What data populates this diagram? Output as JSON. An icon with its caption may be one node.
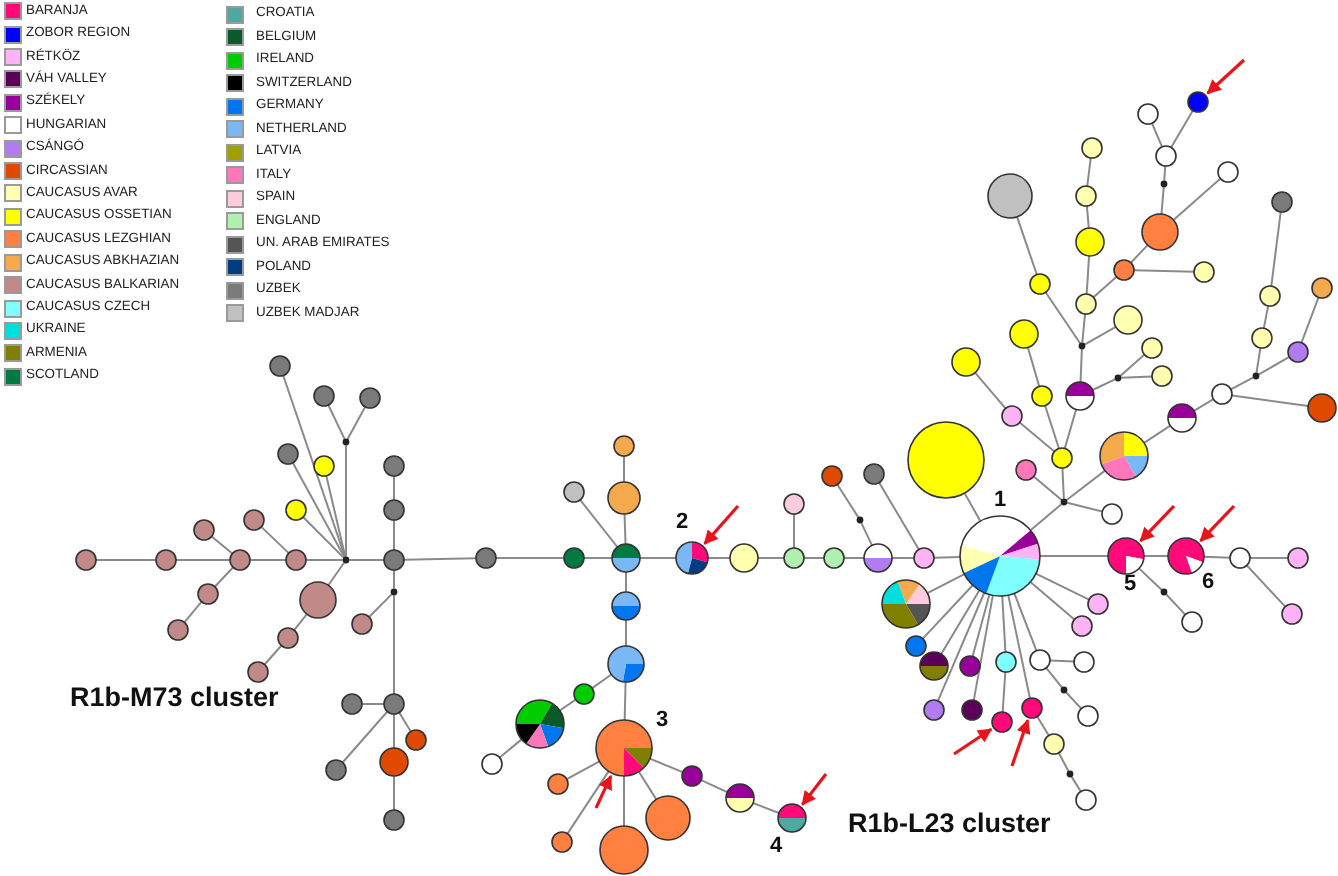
{
  "diagram": {
    "nodes": [
      {
        "text": [],
        "shape": "point"
      },
      {
        "text": [],
        "shape": "circle"
      },
      {
        "text": [],
        "shape": "circle"
      },
      {
        "text": [],
        "shape": "circle"
      },
      {
        "text": [],
        "shape": "circle"
      },
      {
        "text": [],
        "shape": "circle"
      },
      {
        "text": [],
        "shape": "circle"
      },
      {
        "text": [],
        "shape": "circle"
      },
      {
        "text": [],
        "shape": "circle"
      },
      {
        "text": [],
        "shape": "circle"
      },
      {
        "text": [],
        "shape": "circle"
      },
      {
        "text": [],
        "shape": "circle"
      },
      {
        "text": [],
        "shape": "circle"
      },
      {
        "text": [],
        "shape": "circle"
      },
      {
        "text": [],
        "shape": "circle"
      },
      {
        "text": [],
        "shape": "circle"
      },
      {
        "text": [],
        "shape": "circle"
      },
      {
        "text": [],
        "shape": "point"
      },
      {
        "text": [],
        "shape": "circle"
      },
      {
        "text": [],
        "shape": "circle"
      },
      {
        "text": [],
        "shape": "circle"
      },
      {
        "text": [],
        "shape": "circle"
      },
      {
        "text": [],
        "shape": "point"
      },
      {
        "text": [],
        "shape": "circle"
      },
      {
        "text": [],
        "shape": "circle"
      },
      {
        "text": [],
        "shape": "circle"
      },
      {
        "text": [],
        "shape": "circle"
      },
      {
        "text": [],
        "shape": "circle"
      },
      {
        "text": [],
        "shape": "circle"
      },
      {
        "text": [],
        "shape": "circle"
      },
      {
        "text": [],
        "shape": "circle"
      },
      {
        "text": [],
        "shape": "circle"
      },
      {
        "text": [],
        "shape": "circle"
      },
      {
        "text": [],
        "shape": "circle"
      },
      {
        "text": [],
        "shape": "circle"
      },
      {
        "text": [],
        "shape": "circle"
      },
      {
        "text": [],
        "shape": "circle",
        "beside": [
          "2"
        ]
      },
      {
        "text": [],
        "shape": "circle"
      },
      {
        "text": [],
        "shape": "circle"
      },
      {
        "text": [],
        "shape": "circle"
      },
      {
        "text": [],
        "shape": "circle"
      },
      {
        "text": [],
        "shape": "circle"
      },
      {
        "text": [],
        "shape": "circle"
      },
      {
        "text": [],
        "shape": "circle"
      },
      {
        "text": [],
        "shape": "point"
      },
      {
        "text": [],
        "shape": "circle"
      },
      {
        "text": [],
        "shape": "circle"
      },
      {
        "text": [],
        "shape": "circle"
      },
      {
        "text": [],
        "shape": "circle"
      },
      {
        "text": [],
        "shape": "circle"
      },
      {
        "text": [],
        "shape": "circle"
      },
      {
        "text": [],
        "shape": "circle",
        "beside": [
          "3"
        ]
      },
      {
        "text": [],
        "shape": "circle"
      },
      {
        "text": [],
        "shape": "circle"
      },
      {
        "text": [],
        "shape": "circle"
      },
      {
        "text": [],
        "shape": "circle"
      },
      {
        "text": [],
        "shape": "circle"
      },
      {
        "text": [],
        "shape": "circle"
      },
      {
        "text": [],
        "shape": "circle",
        "beside": [
          "4"
        ]
      },
      {
        "text": [],
        "shape": "circle",
        "beside": [
          "1"
        ]
      },
      {
        "text": [],
        "shape": "circle"
      },
      {
        "text": [],
        "shape": "circle",
        "beside": [
          "5"
        ]
      },
      {
        "text": [],
        "shape": "circle",
        "beside": [
          "6"
        ]
      },
      {
        "text": [],
        "shape": "circle"
      },
      {
        "text": [],
        "shape": "circle"
      },
      {
        "text": [],
        "shape": "circle"
      },
      {
        "text": [],
        "shape": "point"
      },
      {
        "text": [],
        "shape": "circle"
      },
      {
        "text": [],
        "shape": "circle"
      },
      {
        "text": [],
        "shape": "circle"
      },
      {
        "text": [],
        "shape": "circle"
      },
      {
        "text": [],
        "shape": "circle"
      },
      {
        "text": [],
        "shape": "circle"
      },
      {
        "text": [],
        "shape": "circle"
      },
      {
        "text": [],
        "shape": "circle"
      },
      {
        "text": [],
        "shape": "circle"
      },
      {
        "text": [],
        "shape": "circle"
      },
      {
        "text": [],
        "shape": "circle"
      },
      {
        "text": [],
        "shape": "point"
      },
      {
        "text": [],
        "shape": "circle"
      },
      {
        "text": [],
        "shape": "circle"
      },
      {
        "text": [],
        "shape": "circle"
      },
      {
        "text": [],
        "shape": "point"
      },
      {
        "text": [],
        "shape": "circle"
      },
      {
        "text": [],
        "shape": "circle"
      },
      {
        "text": [],
        "shape": "circle"
      },
      {
        "text": [],
        "shape": "point"
      },
      {
        "text": [],
        "shape": "circle"
      },
      {
        "text": [],
        "shape": "circle"
      },
      {
        "text": [],
        "shape": "circle"
      },
      {
        "text": [],
        "shape": "circle"
      },
      {
        "text": [],
        "shape": "circle"
      },
      {
        "text": [],
        "shape": "point"
      },
      {
        "text": [],
        "shape": "circle"
      },
      {
        "text": [],
        "shape": "circle"
      },
      {
        "text": [],
        "shape": "circle"
      },
      {
        "text": [],
        "shape": "circle"
      },
      {
        "text": [],
        "shape": "circle"
      },
      {
        "text": [],
        "shape": "circle"
      },
      {
        "text": [],
        "shape": "circle"
      },
      {
        "text": [],
        "shape": "circle"
      },
      {
        "text": [],
        "shape": "circle"
      },
      {
        "text": [],
        "shape": "circle"
      },
      {
        "text": [],
        "shape": "circle"
      },
      {
        "text": [],
        "shape": "point"
      },
      {
        "text": [],
        "shape": "circle"
      },
      {
        "text": [],
        "shape": "point"
      },
      {
        "text": [],
        "shape": "circle"
      },
      {
        "text": [],
        "shape": "circle"
      },
      {
        "text": [],
        "shape": "circle"
      },
      {
        "text": [],
        "shape": "circle"
      },
      {
        "text": [],
        "shape": "circle"
      },
      {
        "text": [],
        "shape": "circle"
      },
      {
        "text": [],
        "shape": "circle"
      },
      {
        "text": [],
        "shape": "circle"
      },
      {
        "text": [],
        "shape": "circle"
      },
      {
        "text": [],
        "shape": "circle"
      },
      {
        "text": [],
        "shape": "circle"
      },
      {
        "text": [],
        "shape": "circle"
      },
      {
        "text": [],
        "shape": "point"
      },
      {
        "text": [],
        "shape": "circle"
      },
      {
        "text": [],
        "shape": "circle"
      },
      {
        "text": [],
        "shape": "circle"
      },
      {
        "text": [],
        "shape": "circle"
      }
    ],
    "edges": [
      {
        "from": 0,
        "to": 1,
        "arrow": "none"
      },
      {
        "from": 1,
        "to": 2,
        "arrow": "none"
      },
      {
        "from": 2,
        "to": 3,
        "arrow": "none"
      },
      {
        "from": 3,
        "to": 4,
        "arrow": "none"
      },
      {
        "from": 0,
        "to": 5,
        "arrow": "none"
      },
      {
        "from": 5,
        "to": 6,
        "arrow": "none"
      },
      {
        "from": 6,
        "to": 7,
        "arrow": "none"
      },
      {
        "from": 7,
        "to": 8,
        "arrow": "none"
      },
      {
        "from": 6,
        "to": 9,
        "arrow": "none"
      },
      {
        "from": 5,
        "to": 10,
        "arrow": "none"
      },
      {
        "from": 6,
        "to": 11,
        "arrow": "none"
      },
      {
        "from": 11,
        "to": 12,
        "arrow": "none"
      },
      {
        "from": 0,
        "to": 13,
        "arrow": "none"
      },
      {
        "from": 13,
        "to": 14,
        "arrow": "none"
      },
      {
        "from": 14,
        "to": 15,
        "arrow": "none"
      },
      {
        "from": 16,
        "to": 17,
        "arrow": "none"
      },
      {
        "from": 1,
        "to": 17,
        "arrow": "none"
      },
      {
        "from": 17,
        "to": 27,
        "arrow": "none"
      },
      {
        "from": 0,
        "to": 18,
        "arrow": "none"
      },
      {
        "from": 0,
        "to": 19,
        "arrow": "none"
      },
      {
        "from": 0,
        "to": 20,
        "arrow": "none"
      },
      {
        "from": 0,
        "to": 21,
        "arrow": "none"
      },
      {
        "from": 0,
        "to": 22,
        "arrow": "none"
      },
      {
        "from": 22,
        "to": 23,
        "arrow": "none"
      },
      {
        "from": 22,
        "to": 24,
        "arrow": "none"
      },
      {
        "from": 1,
        "to": 25,
        "arrow": "none"
      },
      {
        "from": 25,
        "to": 26,
        "arrow": "none"
      },
      {
        "from": 27,
        "to": 28,
        "arrow": "none"
      },
      {
        "from": 27,
        "to": 29,
        "arrow": "none"
      },
      {
        "from": 27,
        "to": 30,
        "arrow": "none"
      },
      {
        "from": 27,
        "to": 31,
        "arrow": "none"
      },
      {
        "from": 30,
        "to": 32,
        "arrow": "none"
      },
      {
        "from": 4,
        "to": 33,
        "arrow": "none"
      },
      {
        "from": 33,
        "to": 34,
        "arrow": "none"
      },
      {
        "from": 4,
        "to": 35,
        "arrow": "none"
      },
      {
        "from": 4,
        "to": 36,
        "arrow": "none"
      },
      {
        "from": 36,
        "to": 37,
        "arrow": "none"
      },
      {
        "from": 37,
        "to": 38,
        "arrow": "none"
      },
      {
        "from": 38,
        "to": 39,
        "arrow": "none"
      },
      {
        "from": 38,
        "to": 40,
        "arrow": "none"
      },
      {
        "from": 40,
        "to": 41,
        "arrow": "none"
      },
      {
        "from": 41,
        "to": 42,
        "arrow": "none"
      },
      {
        "from": 42,
        "to": 59,
        "arrow": "none"
      },
      {
        "from": 41,
        "to": 44,
        "arrow": "none"
      },
      {
        "from": 44,
        "to": 43,
        "arrow": "none"
      },
      {
        "from": 42,
        "to": 45,
        "arrow": "none"
      },
      {
        "from": 4,
        "to": 46,
        "arrow": "none"
      },
      {
        "from": 46,
        "to": 47,
        "arrow": "none"
      },
      {
        "from": 47,
        "to": 48,
        "arrow": "none"
      },
      {
        "from": 48,
        "to": 49,
        "arrow": "none"
      },
      {
        "from": 49,
        "to": 50,
        "arrow": "none"
      },
      {
        "from": 47,
        "to": 51,
        "arrow": "none"
      },
      {
        "from": 51,
        "to": 52,
        "arrow": "none"
      },
      {
        "from": 51,
        "to": 53,
        "arrow": "none"
      },
      {
        "from": 51,
        "to": 54,
        "arrow": "none"
      },
      {
        "from": 51,
        "to": 55,
        "arrow": "none"
      },
      {
        "from": 51,
        "to": 56,
        "arrow": "none"
      },
      {
        "from": 56,
        "to": 57,
        "arrow": "none"
      },
      {
        "from": 57,
        "to": 58,
        "arrow": "none"
      },
      {
        "from": 59,
        "to": 60,
        "arrow": "none"
      },
      {
        "from": 59,
        "to": 61,
        "arrow": "none"
      },
      {
        "from": 61,
        "to": 62,
        "arrow": "none"
      },
      {
        "from": 62,
        "to": 63,
        "arrow": "none"
      },
      {
        "from": 63,
        "to": 64,
        "arrow": "none"
      },
      {
        "from": 63,
        "to": 65,
        "arrow": "none"
      },
      {
        "from": 61,
        "to": 66,
        "arrow": "none"
      },
      {
        "from": 66,
        "to": 67,
        "arrow": "none"
      },
      {
        "from": 59,
        "to": 68,
        "arrow": "none"
      },
      {
        "from": 59,
        "to": 69,
        "arrow": "none"
      },
      {
        "from": 59,
        "to": 70,
        "arrow": "none"
      },
      {
        "from": 59,
        "to": 71,
        "arrow": "none"
      },
      {
        "from": 59,
        "to": 72,
        "arrow": "none"
      },
      {
        "from": 59,
        "to": 73,
        "arrow": "none"
      },
      {
        "from": 59,
        "to": 74,
        "arrow": "none"
      },
      {
        "from": 74,
        "to": 75,
        "arrow": "none"
      },
      {
        "from": 59,
        "to": 76,
        "arrow": "none"
      },
      {
        "from": 76,
        "to": 77,
        "arrow": "none"
      },
      {
        "from": 77,
        "to": 78,
        "arrow": "none"
      },
      {
        "from": 78,
        "to": 79,
        "arrow": "none"
      },
      {
        "from": 59,
        "to": 80,
        "arrow": "none"
      },
      {
        "from": 80,
        "to": 81,
        "arrow": "none"
      },
      {
        "from": 80,
        "to": 82,
        "arrow": "none"
      },
      {
        "from": 82,
        "to": 83,
        "arrow": "none"
      },
      {
        "from": 59,
        "to": 84,
        "arrow": "none"
      },
      {
        "from": 59,
        "to": 85,
        "arrow": "none"
      },
      {
        "from": 59,
        "to": 86,
        "arrow": "none"
      },
      {
        "from": 86,
        "to": 87,
        "arrow": "none"
      },
      {
        "from": 86,
        "to": 88,
        "arrow": "none"
      },
      {
        "from": 86,
        "to": 89,
        "arrow": "none"
      },
      {
        "from": 86,
        "to": 123,
        "arrow": "none"
      },
      {
        "from": 89,
        "to": 90,
        "arrow": "none"
      },
      {
        "from": 90,
        "to": 91,
        "arrow": "none"
      },
      {
        "from": 91,
        "to": 92,
        "arrow": "none"
      },
      {
        "from": 92,
        "to": 93,
        "arrow": "none"
      },
      {
        "from": 93,
        "to": 94,
        "arrow": "none"
      },
      {
        "from": 94,
        "to": 95,
        "arrow": "none"
      },
      {
        "from": 92,
        "to": 96,
        "arrow": "none"
      },
      {
        "from": 96,
        "to": 97,
        "arrow": "none"
      },
      {
        "from": 91,
        "to": 98,
        "arrow": "none"
      },
      {
        "from": 87,
        "to": 103,
        "arrow": "none"
      },
      {
        "from": 87,
        "to": 100,
        "arrow": "none"
      },
      {
        "from": 87,
        "to": 99,
        "arrow": "none"
      },
      {
        "from": 99,
        "to": 102,
        "arrow": "none"
      },
      {
        "from": 100,
        "to": 101,
        "arrow": "none"
      },
      {
        "from": 103,
        "to": 104,
        "arrow": "none"
      },
      {
        "from": 104,
        "to": 109,
        "arrow": "none"
      },
      {
        "from": 104,
        "to": 105,
        "arrow": "none"
      },
      {
        "from": 103,
        "to": 106,
        "arrow": "none"
      },
      {
        "from": 106,
        "to": 107,
        "arrow": "none"
      },
      {
        "from": 106,
        "to": 108,
        "arrow": "none"
      },
      {
        "from": 104,
        "to": 110,
        "arrow": "none"
      },
      {
        "from": 110,
        "to": 111,
        "arrow": "none"
      },
      {
        "from": 109,
        "to": 112,
        "arrow": "none"
      },
      {
        "from": 112,
        "to": 113,
        "arrow": "none"
      },
      {
        "from": 113,
        "to": 114,
        "arrow": "none"
      },
      {
        "from": 109,
        "to": 115,
        "arrow": "none"
      },
      {
        "from": 115,
        "to": 116,
        "arrow": "none"
      },
      {
        "from": 115,
        "to": 117,
        "arrow": "none"
      },
      {
        "from": 117,
        "to": 118,
        "arrow": "none"
      },
      {
        "from": 117,
        "to": 119,
        "arrow": "none"
      },
      {
        "from": 119,
        "to": 120,
        "arrow": "none"
      },
      {
        "from": 120,
        "to": 121,
        "arrow": "none"
      },
      {
        "from": 120,
        "to": 122,
        "arrow": "none"
      },
      {
        "from": null,
        "to": 122,
        "arrow": "to",
        "color": "#e8141b"
      },
      {
        "from": null,
        "to": 36,
        "arrow": "to",
        "color": "#e8141b"
      },
      {
        "from": null,
        "to": 51,
        "arrow": "to",
        "color": "#e8141b"
      },
      {
        "from": null,
        "to": 58,
        "arrow": "to",
        "color": "#e8141b"
      },
      {
        "from": null,
        "to": 61,
        "arrow": "to",
        "color": "#e8141b"
      },
      {
        "from": null,
        "to": 62,
        "arrow": "to",
        "color": "#e8141b"
      },
      {
        "from": null,
        "to": 75,
        "arrow": "to",
        "color": "#e8141b"
      },
      {
        "from": null,
        "to": 76,
        "arrow": "to",
        "color": "#e8141b"
      }
    ],
    "labels": [
      "R1b-M73 cluster",
      "R1b-L23 cluster"
    ],
    "legend": [
      {
        "text": "BARANJA",
        "color": "#ff0a78"
      },
      {
        "text": "ZOBOR REGION",
        "color": "#0000ff"
      },
      {
        "text": "RÉTKÖZ",
        "color": "#ffb3f5"
      },
      {
        "text": "VÁH VALLEY",
        "color": "#5a005a"
      },
      {
        "text": "SZÉKELY",
        "color": "#990099"
      },
      {
        "text": "HUNGARIAN",
        "color": "#ffffff"
      },
      {
        "text": "CSÁNGÓ",
        "color": "#b07cf0"
      },
      {
        "text": "CIRCASSIAN",
        "color": "#e04a00"
      },
      {
        "text": "CAUCASUS AVAR",
        "color": "#ffffb0"
      },
      {
        "text": "CAUCASUS OSSETIAN",
        "color": "#ffff00"
      },
      {
        "text": "CAUCASUS LEZGHIAN",
        "color": "#ff8040"
      },
      {
        "text": "CAUCASUS ABKHAZIAN",
        "color": "#f5a94d"
      },
      {
        "text": "CAUCASUS BALKARIAN",
        "color": "#c08a88"
      },
      {
        "text": "CAUCASUS CZECH",
        "color": "#80ffff"
      },
      {
        "text": "UKRAINE",
        "color": "#00dede"
      },
      {
        "text": "ARMENIA",
        "color": "#808000"
      },
      {
        "text": "SCOTLAND",
        "color": "#007a40"
      },
      {
        "text": "CROATIA",
        "color": "#50a8a0"
      },
      {
        "text": "BELGIUM",
        "color": "#0a5a2a"
      },
      {
        "text": "IRELAND",
        "color": "#00cc00"
      },
      {
        "text": "SWITZERLAND",
        "color": "#000000"
      },
      {
        "text": "GERMANY",
        "color": "#0077ee"
      },
      {
        "text": "NETHERLAND",
        "color": "#7ab8f5"
      },
      {
        "text": "LATVIA",
        "color": "#a0a000"
      },
      {
        "text": "ITALY",
        "color": "#ff77bb"
      },
      {
        "text": "SPAIN",
        "color": "#ffccdd"
      },
      {
        "text": "ENGLAND",
        "color": "#b0f0b0"
      },
      {
        "text": "UN. ARAB EMIRATES",
        "color": "#555555"
      },
      {
        "text": "POLAND",
        "color": "#003d80"
      },
      {
        "text": "UZBEK",
        "color": "#7a7a7a"
      },
      {
        "text": "UZBEK MADJAR",
        "color": "#c0c0c0"
      }
    ]
  }
}
